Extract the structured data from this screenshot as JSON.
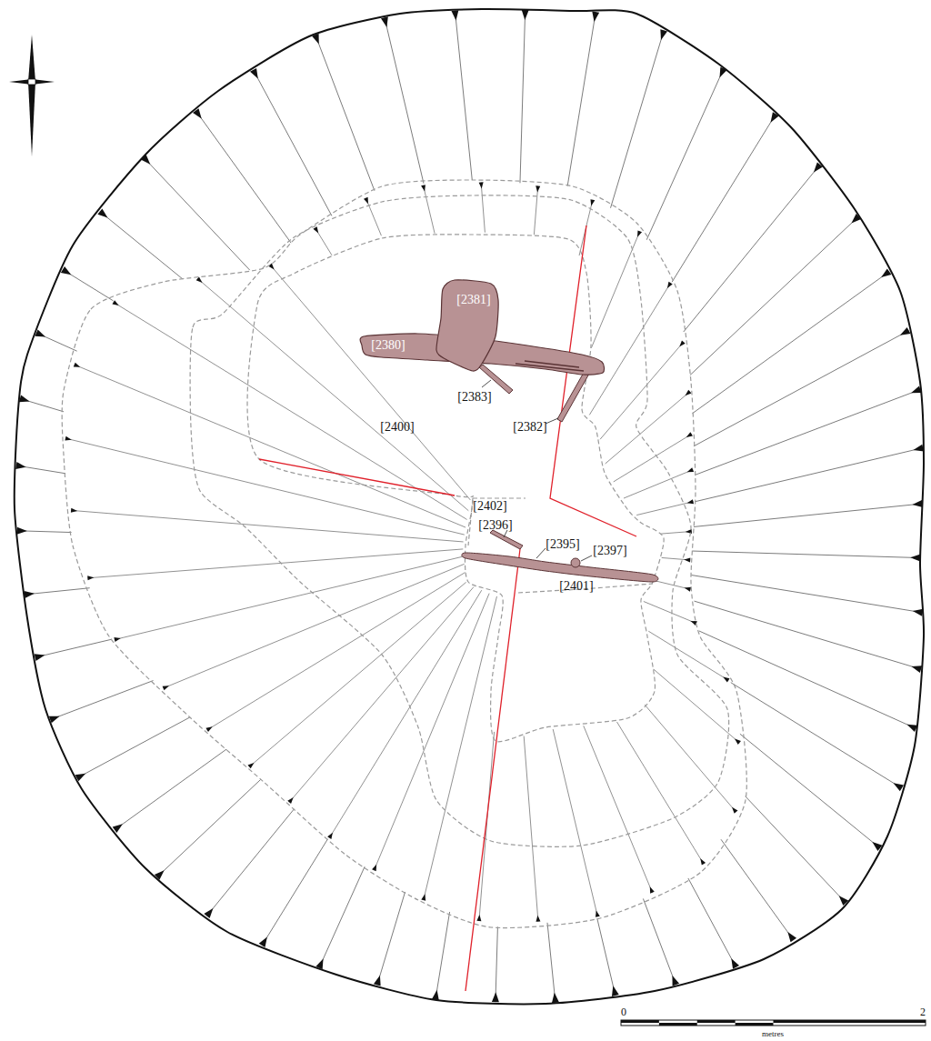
{
  "diagram": {
    "nodes": [
      {
        "text": [
          "[2381]"
        ]
      },
      {
        "text": [
          "[2380]"
        ]
      }
    ],
    "labels": [
      "[2383]",
      "[2400]",
      "[2382]",
      "[2402]",
      "[2396]",
      "[2395]",
      "[2397]",
      "[2401]",
      "0",
      "2",
      "metres"
    ]
  }
}
